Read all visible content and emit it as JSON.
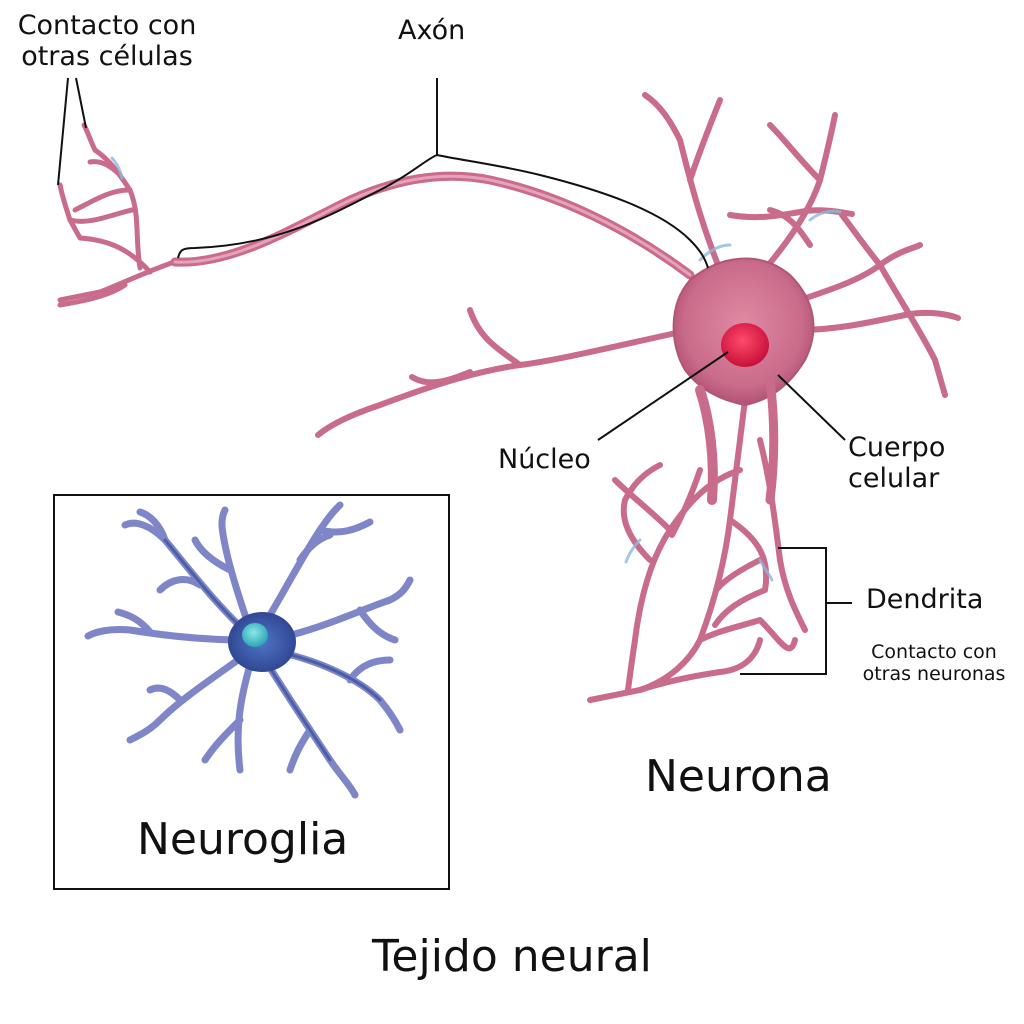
{
  "labels": {
    "contact_cells_line1": "Contacto con",
    "contact_cells_line2": "otras células",
    "axon": "Axón",
    "nucleus": "Núcleo",
    "soma_line1": "Cuerpo",
    "soma_line2": "celular",
    "dendrite": "Dendrita",
    "contact_neurons_line1": "Contacto con",
    "contact_neurons_line2": "otras neuronas",
    "neuron": "Neurona",
    "neuroglia": "Neuroglia",
    "tissue": "Tejido neural"
  },
  "colors": {
    "neuron_fill": "#c96b8a",
    "neuron_dark": "#a8486a",
    "nucleus": "#d0163e",
    "highlight": "#8fb8dc",
    "glia_fill": "#7f86c8",
    "glia_dark": "#3e56a0",
    "glia_nucleus": "#3fb7c2",
    "line": "#111111"
  }
}
